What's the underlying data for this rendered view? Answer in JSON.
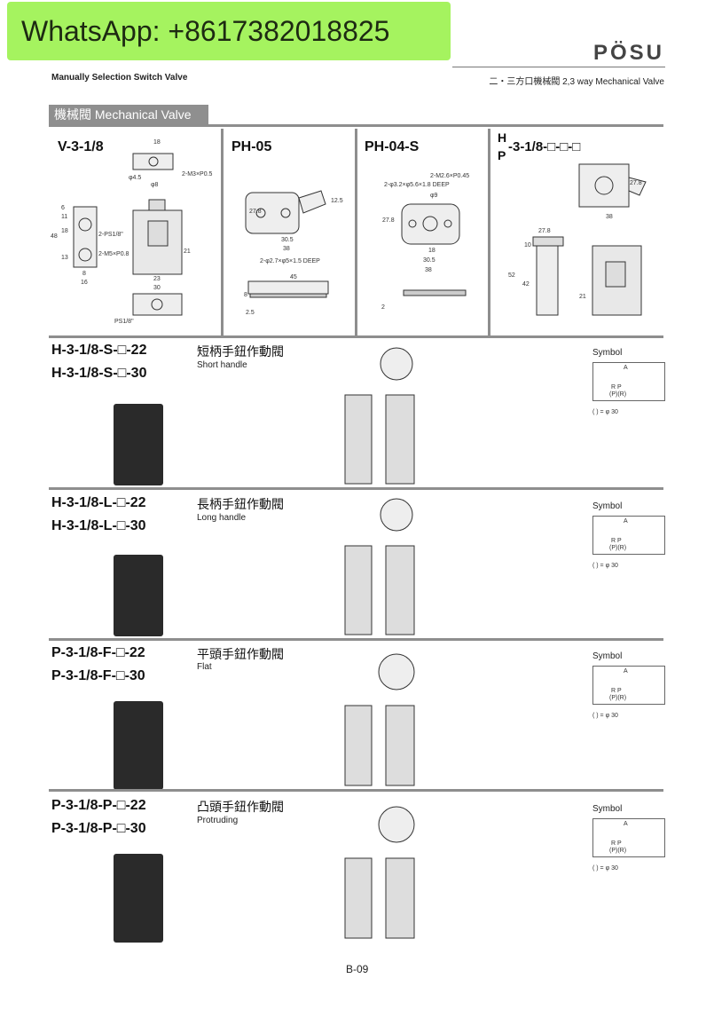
{
  "watermark": "WhatsApp: +8617382018825",
  "header": {
    "logo": "PÖSU",
    "left_title": "Manually Selection Switch Valve",
    "right_title": "二・三方口機械閥  2,3 way Mechanical Valve"
  },
  "banner": "機械閥  Mechanical Valve",
  "panels": [
    {
      "model": "V-3-1/8",
      "dims": [
        "18",
        "2-M3×P0.5",
        "φ4.5",
        "φ8",
        "48",
        "11",
        "6",
        "18",
        "13",
        "2-PS1/8\"",
        "2-M5×P0.8",
        "21",
        "23",
        "30",
        "8",
        "16",
        "PS1/8\""
      ]
    },
    {
      "model": "PH-05",
      "dims": [
        "27.8",
        "30.5",
        "38",
        "12.5",
        "2-φ2.7×φ5×1.5 DEEP",
        "45",
        "8",
        "2.5"
      ]
    },
    {
      "model": "PH-04-S",
      "dims": [
        "2-M2.6×P0.45",
        "2-φ3.2×φ5.6×1.8 DEEP",
        "φ9",
        "27.8",
        "18",
        "30.5",
        "38",
        "2"
      ]
    },
    {
      "model_top": "H",
      "model_bottom": "P",
      "model": "-3-1/8-□-□-□",
      "dims": [
        "27.8",
        "38",
        "27.8",
        "10",
        "52",
        "42",
        "21"
      ]
    }
  ],
  "sections": [
    {
      "model_a": "H-3-1/8-S-□-22",
      "model_b": "H-3-1/8-S-□-30",
      "cn": "短柄手鈕作動閥",
      "en": "Short handle",
      "symbol": "Symbol",
      "symbol_note": "( ) = φ 30",
      "ports_top": "A",
      "ports_bottom": "R  P",
      "ports_alt": "(P)(R)"
    },
    {
      "model_a": "H-3-1/8-L-□-22",
      "model_b": "H-3-1/8-L-□-30",
      "cn": "長柄手鈕作動閥",
      "en": "Long handle",
      "symbol": "Symbol",
      "symbol_note": "( ) = φ 30",
      "ports_top": "A",
      "ports_bottom": "R  P",
      "ports_alt": "(P)(R)"
    },
    {
      "model_a": "P-3-1/8-F-□-22",
      "model_b": "P-3-1/8-F-□-30",
      "cn": "平頭手鈕作動閥",
      "en": "Flat",
      "symbol": "Symbol",
      "symbol_note": "( ) = φ 30",
      "ports_top": "A",
      "ports_bottom": "R  P",
      "ports_alt": "(P)(R)"
    },
    {
      "model_a": "P-3-1/8-P-□-22",
      "model_b": "P-3-1/8-P-□-30",
      "cn": "凸頭手鈕作動閥",
      "en": "Protruding",
      "symbol": "Symbol",
      "symbol_note": "( ) = φ 30",
      "ports_top": "A",
      "ports_bottom": "R  P",
      "ports_alt": "(P)(R)"
    }
  ],
  "page_number": "B-09"
}
